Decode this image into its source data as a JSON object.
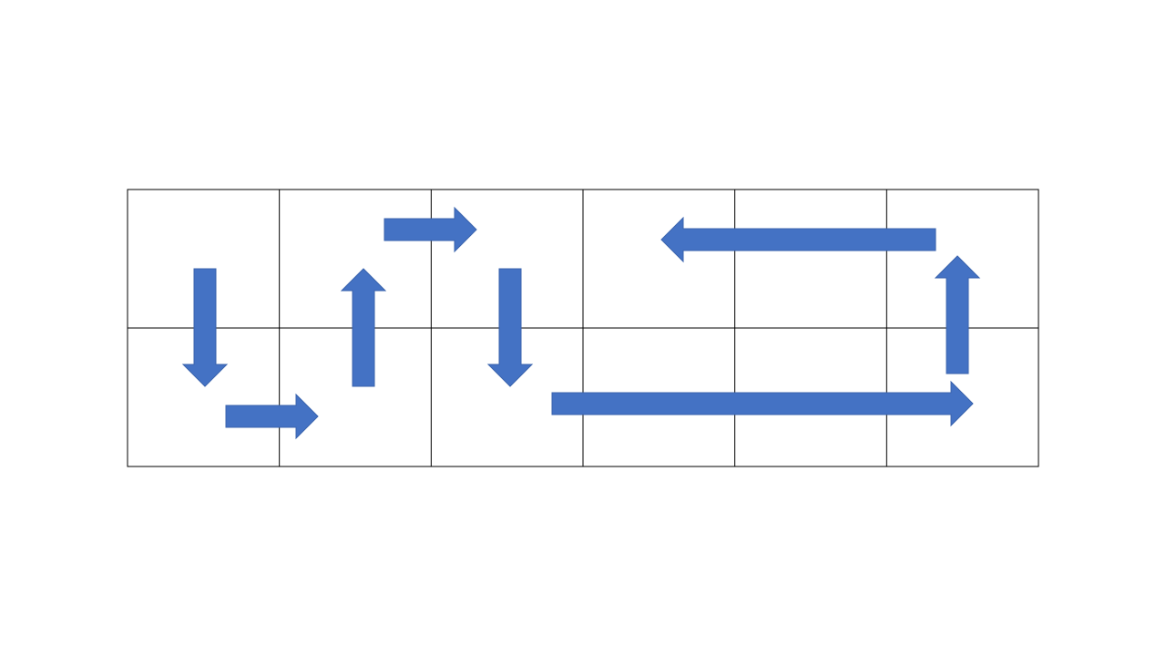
{
  "diagram": {
    "grid": {
      "rows": 2,
      "cols": 6,
      "line_color": "#000000"
    },
    "arrow_color": "#4472c4",
    "arrows": [
      {
        "id": "arrow-1",
        "direction": "down",
        "from_cell": [
          0,
          0
        ],
        "to_cell": [
          1,
          0
        ]
      },
      {
        "id": "arrow-2",
        "direction": "right",
        "from_cell": [
          1,
          0
        ],
        "to_cell": [
          1,
          1
        ]
      },
      {
        "id": "arrow-3",
        "direction": "up",
        "from_cell": [
          1,
          1
        ],
        "to_cell": [
          0,
          1
        ]
      },
      {
        "id": "arrow-4",
        "direction": "right",
        "from_cell": [
          0,
          1
        ],
        "to_cell": [
          0,
          2
        ]
      },
      {
        "id": "arrow-5",
        "direction": "down",
        "from_cell": [
          0,
          2
        ],
        "to_cell": [
          1,
          2
        ]
      },
      {
        "id": "arrow-6",
        "direction": "right",
        "from_cell": [
          1,
          2
        ],
        "to_cell": [
          1,
          5
        ]
      },
      {
        "id": "arrow-7",
        "direction": "up",
        "from_cell": [
          1,
          5
        ],
        "to_cell": [
          0,
          5
        ]
      },
      {
        "id": "arrow-8",
        "direction": "left",
        "from_cell": [
          0,
          5
        ],
        "to_cell": [
          0,
          3
        ]
      }
    ]
  }
}
